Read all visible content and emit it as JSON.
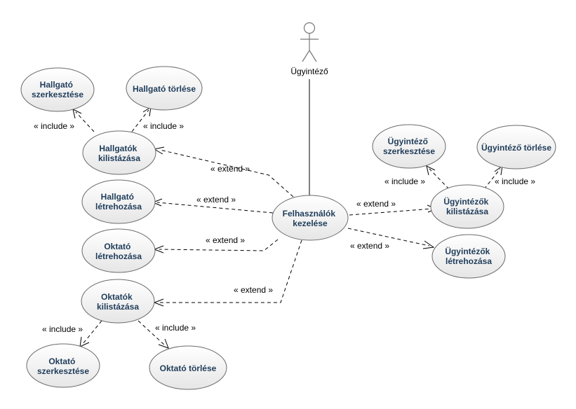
{
  "actor": {
    "name": "Ügyintéző"
  },
  "use_cases": {
    "felhasznalok_kezelese": [
      "Felhasználók",
      "kezelése"
    ],
    "hallgatok_kilistazasa": [
      "Hallgatók",
      "kilistázása"
    ],
    "hallgato_szerkesztese": [
      "Hallgató",
      "szerkesztése"
    ],
    "hallgato_torlese": [
      "Hallgató törlése"
    ],
    "hallgato_letrehozasa": [
      "Hallgató",
      "létrehozása"
    ],
    "oktato_letrehozasa": [
      "Oktató",
      "létrehozása"
    ],
    "oktatok_kilistazasa": [
      "Oktatók",
      "kilistázása"
    ],
    "oktato_szerkesztese": [
      "Oktató",
      "szerkesztése"
    ],
    "oktato_torlese": [
      "Oktató törlése"
    ],
    "ugyintezok_kilistazasa": [
      "Ügyintézők",
      "kilistázása"
    ],
    "ugyintezo_szerkesztese": [
      "Ügyintéző",
      "szerkesztése"
    ],
    "ugyintezo_torlese": [
      "Ügyintéző törlése"
    ],
    "ugyintezok_letrehozasa": [
      "Ügyintézők",
      "létrehozása"
    ]
  },
  "relations": {
    "extend": "« extend »",
    "include": "« include »"
  }
}
